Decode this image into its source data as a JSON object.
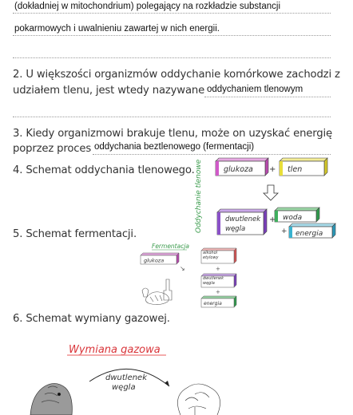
{
  "top": {
    "line1": "(dokładniej w mitochondrium) polegający na rozkładzie substancji",
    "line2": "pokarmowych i uwalnieniu zawartej w nich energii."
  },
  "q2": {
    "line1": "2. U większości organizmów oddychanie komórkowe zachodzi z",
    "line2": "udziałem tlenu, jest wtedy nazywane",
    "answer": "oddychaniem tlenowym"
  },
  "q3": {
    "line1": "3. Kiedy organizmowi brakuje tlenu, może on uzyskać energię",
    "line2": "poprzez proces",
    "answer": "oddychania beztlenowego (fermentacji)"
  },
  "q4": {
    "label": "4. Schemat oddychania tlenowego."
  },
  "q5": {
    "label": "5. Schemat fermentacji."
  },
  "q6": {
    "label": "6. Schemat wymiany gazowej."
  },
  "aerobic_diagram": {
    "side_title": "Oddychanie tlenowe",
    "glukoza": "glukoza",
    "plus1": "+",
    "tlen": "tlen",
    "dwutlenek": "dwutlenek",
    "wegla": "węgla",
    "woda": "woda",
    "plus2": "+",
    "plus3": "+",
    "energia": "energia",
    "colors": {
      "glukoza": "#d05ac8",
      "tlen": "#e8de3a",
      "co2": "#8a50c8",
      "woda": "#3fae5e",
      "energia": "#3ab2cf"
    }
  },
  "fermentation_diagram": {
    "title": "Fermentacja",
    "glukoza": "glukoza",
    "alkohol": "alkohol etylowy",
    "plus1": "+",
    "dwutlenek": "dwutlenek węgla",
    "plus2": "+",
    "energia": "energia"
  },
  "gas_exchange": {
    "title": "Wymiana gazowa",
    "co2_line1": "dwutlenek",
    "co2_line2": "węgla"
  }
}
